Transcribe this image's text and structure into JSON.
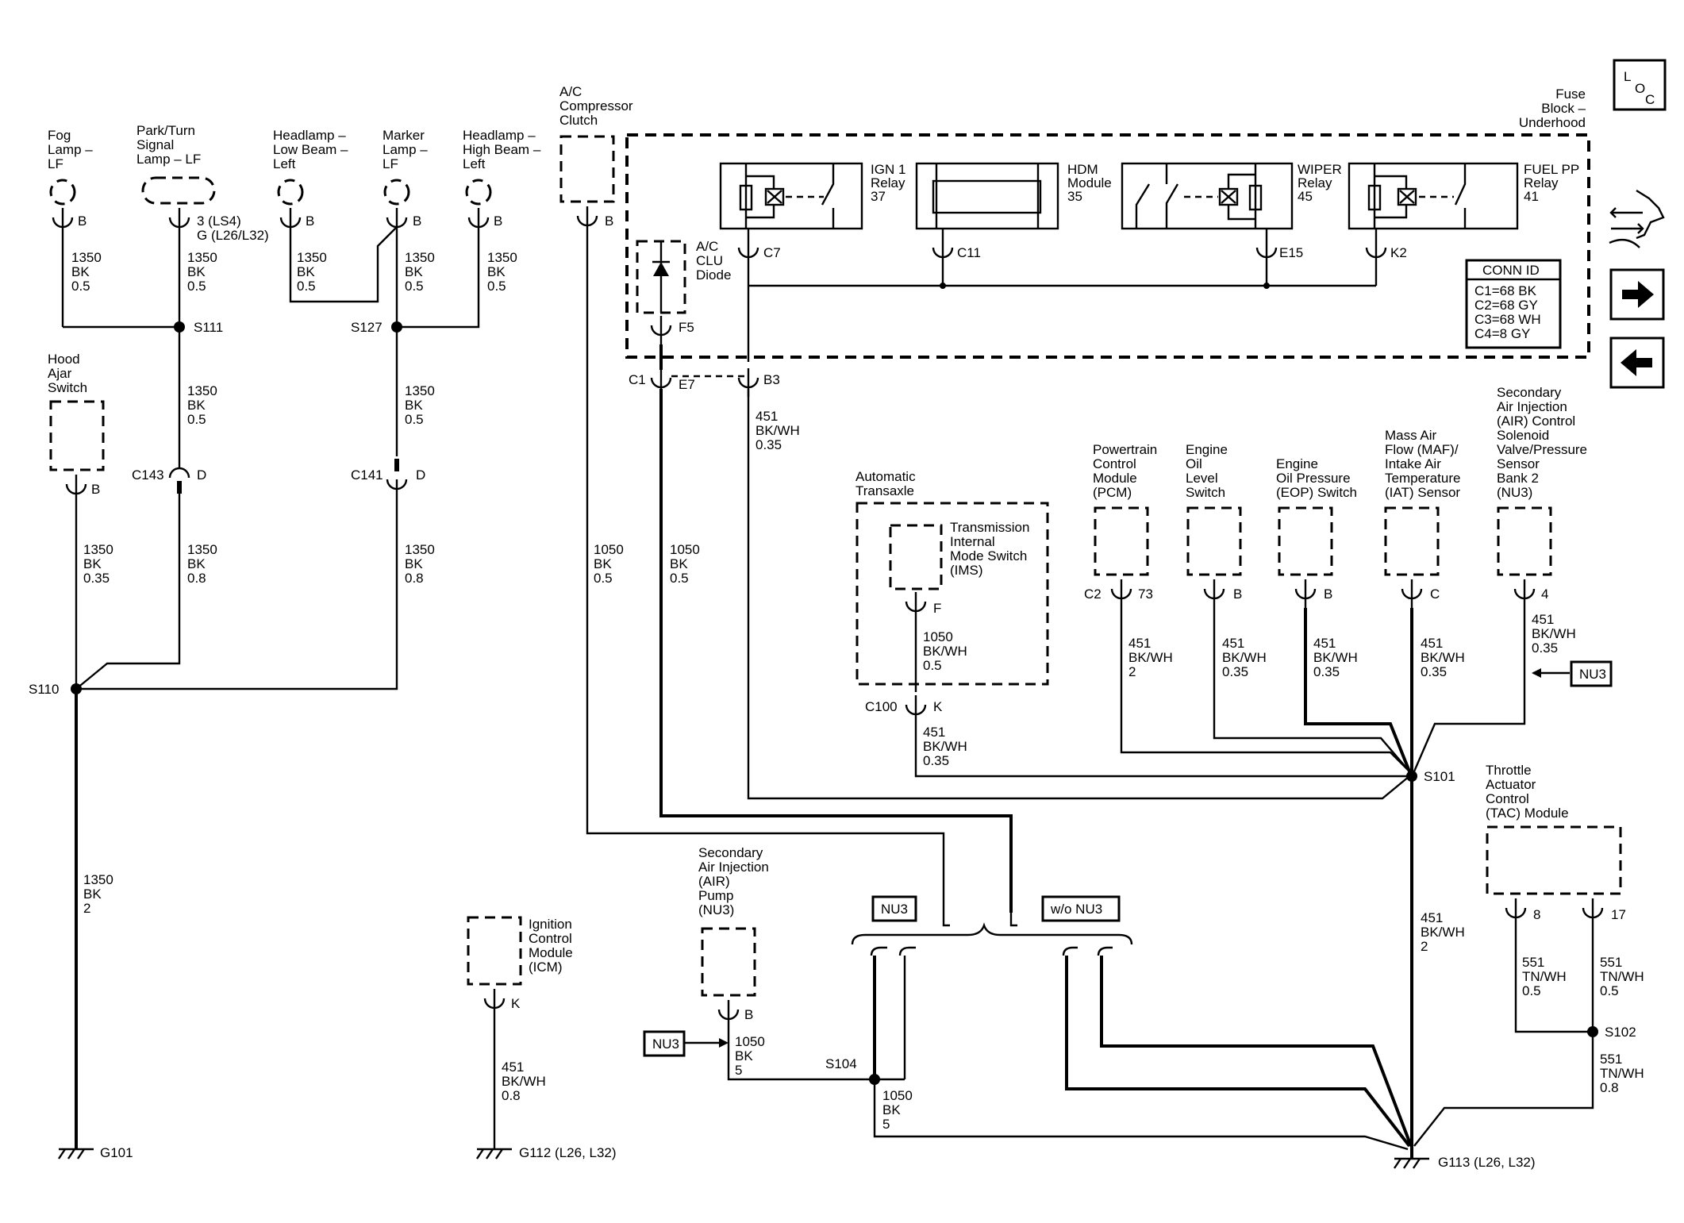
{
  "loc": [
    "L",
    "O",
    "C"
  ],
  "fuse_block": [
    "Fuse",
    "Block –",
    "Underhood"
  ],
  "relays": {
    "ign1": [
      "IGN 1",
      "Relay",
      "37"
    ],
    "hdm": [
      "HDM",
      "Module",
      "35"
    ],
    "wiper": [
      "WIPER",
      "Relay",
      "45"
    ],
    "fuelpp": [
      "FUEL PP",
      "Relay",
      "41"
    ],
    "ac_clu": [
      "A/C",
      "CLU",
      "Diode"
    ]
  },
  "conn_id": {
    "title": "CONN ID",
    "rows": [
      "C1=68 BK",
      "C2=68 GY",
      "C3=68 WH",
      "C4=8 GY"
    ]
  },
  "components": {
    "fog": [
      "Fog",
      "Lamp –",
      "LF"
    ],
    "park": [
      "Park/Turn",
      "Signal",
      "Lamp – LF"
    ],
    "lowbeam": [
      "Headlamp –",
      "Low Beam –",
      "Left"
    ],
    "marker": [
      "Marker",
      "Lamp –",
      "LF"
    ],
    "highbeam": [
      "Headlamp –",
      "High Beam –",
      "Left"
    ],
    "ac_comp": [
      "A/C",
      "Compressor",
      "Clutch"
    ],
    "hood": [
      "Hood",
      "Ajar",
      "Switch"
    ],
    "trans": [
      "Automatic",
      "Transaxle"
    ],
    "ims": [
      "Transmission",
      "Internal",
      "Mode Switch",
      "(IMS)"
    ],
    "pcm": [
      "Powertrain",
      "Control",
      "Module",
      "(PCM)"
    ],
    "oil_level": [
      "Engine",
      "Oil",
      "Level",
      "Switch"
    ],
    "eop": [
      "Engine",
      "Oil Pressure",
      "(EOP) Switch"
    ],
    "maf": [
      "Mass Air",
      "Flow (MAF)/",
      "Intake Air",
      "Temperature",
      "(IAT) Sensor"
    ],
    "air_sol": [
      "Secondary",
      "Air Injection",
      "(AIR) Control",
      "Solenoid",
      "Valve/Pressure",
      "Sensor",
      "Bank 2",
      "(NU3)"
    ],
    "tac": [
      "Throttle",
      "Actuator",
      "Control",
      "(TAC) Module"
    ],
    "icm": [
      "Ignition",
      "Control",
      "Module",
      "(ICM)"
    ],
    "air_pump": [
      "Secondary",
      "Air Injection",
      "(AIR)",
      "Pump",
      "(NU3)"
    ]
  },
  "pins": {
    "fog": "B",
    "park_a": "3 (LS4)",
    "park_b": "G (L26/L32)",
    "lowbeam": "B",
    "marker": "B",
    "highbeam": "B",
    "ac_comp": "B",
    "hood": "B",
    "c7": "C7",
    "c11": "C11",
    "e15": "E15",
    "k2": "K2",
    "f5": "F5",
    "c1": "C1",
    "e7": "E7",
    "b3": "B3",
    "c143": "C143",
    "c143_pin": "D",
    "c141": "C141",
    "c141_pin": "D",
    "ims": "F",
    "c100": "C100",
    "c100_pin": "K",
    "pcm_conn": "C2",
    "pcm_pin": "73",
    "oil_level": "B",
    "eop": "B",
    "maf": "C",
    "air_sol": "4",
    "tac_a": "8",
    "tac_b": "17",
    "icm": "K",
    "air_pump": "B"
  },
  "splices": {
    "s111": "S111",
    "s127": "S127",
    "s110": "S110",
    "s101": "S101",
    "s104": "S104",
    "s102": "S102"
  },
  "grounds": {
    "g101": "G101",
    "g112": "G112 (L26, L32)",
    "g113": "G113 (L26, L32)"
  },
  "options": {
    "nu3": "NU3",
    "wo_nu3": "w/o NU3"
  },
  "wires": {
    "fog": [
      "1350",
      "BK",
      "0.5"
    ],
    "park": [
      "1350",
      "BK",
      "0.5"
    ],
    "lowbeam": [
      "1350",
      "BK",
      "0.5"
    ],
    "marker": [
      "1350",
      "BK",
      "0.5"
    ],
    "highbeam": [
      "1350",
      "BK",
      "0.5"
    ],
    "s111_c143": [
      "1350",
      "BK",
      "0.5"
    ],
    "s127_c141": [
      "1350",
      "BK",
      "0.5"
    ],
    "hood_s110": [
      "1350",
      "BK",
      "0.35"
    ],
    "c143_s110": [
      "1350",
      "BK",
      "0.8"
    ],
    "c141_s110": [
      "1350",
      "BK",
      "0.8"
    ],
    "g101": [
      "1350",
      "BK",
      "2"
    ],
    "b3": [
      "451",
      "BK/WH",
      "0.35"
    ],
    "ac_comp": [
      "1050",
      "BK",
      "0.5"
    ],
    "c1": [
      "1050",
      "BK",
      "0.5"
    ],
    "ims": [
      "1050",
      "BK/WH",
      "0.5"
    ],
    "c100": [
      "451",
      "BK/WH",
      "0.35"
    ],
    "pcm": [
      "451",
      "BK/WH",
      "2"
    ],
    "oil_level": [
      "451",
      "BK/WH",
      "0.35"
    ],
    "eop": [
      "451",
      "BK/WH",
      "0.35"
    ],
    "maf": [
      "451",
      "BK/WH",
      "0.35"
    ],
    "air_sol": [
      "451",
      "BK/WH",
      "0.35"
    ],
    "s101_g113": [
      "451",
      "BK/WH",
      "2"
    ],
    "tac_a": [
      "551",
      "TN/WH",
      "0.5"
    ],
    "tac_b": [
      "551",
      "TN/WH",
      "0.5"
    ],
    "s102_g113": [
      "551",
      "TN/WH",
      "0.8"
    ],
    "icm": [
      "451",
      "BK/WH",
      "0.8"
    ],
    "air_pump": [
      "1050",
      "BK",
      "5"
    ],
    "s104_g113": [
      "1050",
      "BK",
      "5"
    ]
  }
}
